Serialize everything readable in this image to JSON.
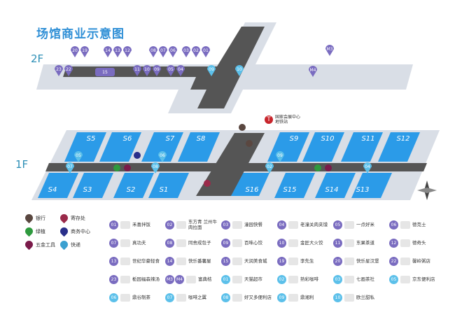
{
  "title": "场馆商业示意图",
  "floors": {
    "f2": "2F",
    "f1": "1F"
  },
  "metro": "国家会展中心地铁站",
  "colors": {
    "purple": "#7a6cc0",
    "blue": "#5cc0ea",
    "shop_blue": "#2b9be8",
    "corridor": "#555555",
    "band": "#d9dee6"
  },
  "pins_2f": [
    "20",
    "19",
    "14",
    "13",
    "12",
    "08",
    "07",
    "06",
    "03",
    "02",
    "01",
    "23",
    "22",
    "11",
    "10",
    "09",
    "05",
    "04",
    "15",
    "09",
    "10",
    "M3",
    "M4"
  ],
  "pins_1f": [
    "05",
    "07",
    "06",
    "08",
    "09",
    "02",
    "04"
  ],
  "shop_units": [
    "S5",
    "S6",
    "S7",
    "S8",
    "S9",
    "S10",
    "S11",
    "S12",
    "S4",
    "S3",
    "S2",
    "S1",
    "S16",
    "S15",
    "S14",
    "S13"
  ],
  "services": [
    {
      "label": "银行",
      "color": "#5a4740"
    },
    {
      "label": "寄存处",
      "color": "#9a2a4a"
    },
    {
      "label": "绿植",
      "color": "#2e9a3e"
    },
    {
      "label": "商务中心",
      "color": "#2a2f8a"
    },
    {
      "label": "五金工具",
      "color": "#7a1a4a"
    },
    {
      "label": "快递",
      "color": "#3aa0d0"
    }
  ],
  "shops": [
    {
      "nums": [
        "01"
      ],
      "c": "p",
      "name": "禾喜拌饭"
    },
    {
      "nums": [
        "02"
      ],
      "c": "p",
      "name": "东方青 兰州牛肉拉面"
    },
    {
      "nums": [
        "03"
      ],
      "c": "p",
      "name": "潼园快餐"
    },
    {
      "nums": [
        "04"
      ],
      "c": "p",
      "name": "老潼关肉夹馍"
    },
    {
      "nums": [
        "05"
      ],
      "c": "p",
      "name": "一点好米"
    },
    {
      "nums": [
        "06"
      ],
      "c": "p",
      "name": "德克士"
    },
    {
      "nums": [
        "07"
      ],
      "c": "p",
      "name": "真功夫"
    },
    {
      "nums": [
        "08"
      ],
      "c": "p",
      "name": "同舍成包子"
    },
    {
      "nums": [
        "09"
      ],
      "c": "p",
      "name": "百味心饺"
    },
    {
      "nums": [
        "10"
      ],
      "c": "p",
      "name": "金匠大火饺"
    },
    {
      "nums": [
        "11"
      ],
      "c": "p",
      "name": "东果茶道"
    },
    {
      "nums": [
        "12"
      ],
      "c": "p",
      "name": "德奇头"
    },
    {
      "nums": [
        "13"
      ],
      "c": "p",
      "name": "世纪华豪轻食"
    },
    {
      "nums": [
        "14"
      ],
      "c": "p",
      "name": "快乐番薯屋"
    },
    {
      "nums": [
        "15"
      ],
      "c": "p",
      "name": "天润美食城"
    },
    {
      "nums": [
        "19"
      ],
      "c": "p",
      "name": "李先生"
    },
    {
      "nums": [
        "20"
      ],
      "c": "p",
      "name": "快乐星汉堡"
    },
    {
      "nums": [
        "22"
      ],
      "c": "p",
      "name": "馨岭粥店"
    },
    {
      "nums": [
        "23"
      ],
      "c": "p",
      "name": "栀园福森辣汤"
    },
    {
      "nums": [
        "M3",
        "M4"
      ],
      "c": "p",
      "name": "富典桔"
    },
    {
      "nums": [
        "01"
      ],
      "c": "b",
      "name": "天猫超市"
    },
    {
      "nums": [
        "02"
      ],
      "c": "b",
      "name": "熟彩咖啡"
    },
    {
      "nums": [
        "03"
      ],
      "c": "b",
      "name": "七画茶社"
    },
    {
      "nums": [
        "05"
      ],
      "c": "b",
      "name": "京东便利店"
    },
    {
      "nums": [
        "06"
      ],
      "c": "b",
      "name": "鼎谷制茶"
    },
    {
      "nums": [
        "07"
      ],
      "c": "b",
      "name": "咖啡之翼"
    },
    {
      "nums": [
        "08"
      ],
      "c": "b",
      "name": "好又多便利店"
    },
    {
      "nums": [
        "09"
      ],
      "c": "b",
      "name": "鼎湘利"
    },
    {
      "nums": [
        "10"
      ],
      "c": "b",
      "name": "欧兰甜私"
    }
  ]
}
